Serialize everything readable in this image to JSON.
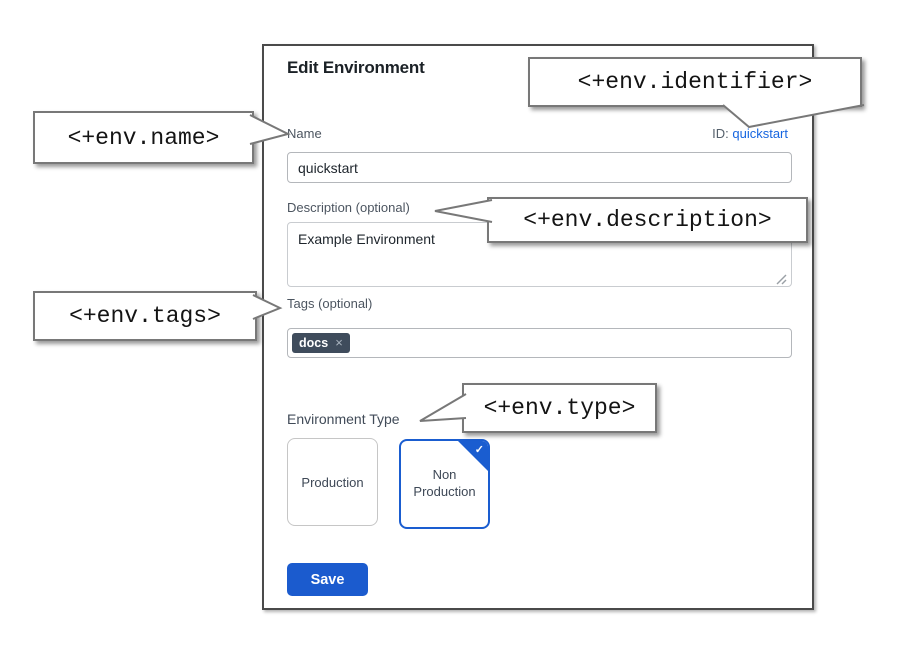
{
  "dialog": {
    "title": "Edit Environment",
    "name_field": {
      "label": "Name",
      "value": "quickstart"
    },
    "id_field": {
      "label": "ID:",
      "value": "quickstart"
    },
    "description_field": {
      "label": "Description (optional)",
      "value": "Example Environment"
    },
    "tags_field": {
      "label": "Tags (optional)",
      "tags": [
        {
          "label": "docs",
          "remove_icon": "×"
        }
      ]
    },
    "environment_type": {
      "label": "Environment Type",
      "options": [
        {
          "label": "Production",
          "selected": false
        },
        {
          "label": "Non Production",
          "selected": true
        }
      ],
      "selected_check_icon": "✓"
    },
    "save_button": "Save"
  },
  "callouts": {
    "name": "<+env.name>",
    "identifier": "<+env.identifier>",
    "description": "<+env.description>",
    "tags": "<+env.tags>",
    "type": "<+env.type>"
  },
  "colors": {
    "link_blue": "#1766e0",
    "primary_button_blue": "#1b5bce",
    "selected_card_blue": "#1a5dd0",
    "tag_chip_bg": "#3f4c5c"
  }
}
